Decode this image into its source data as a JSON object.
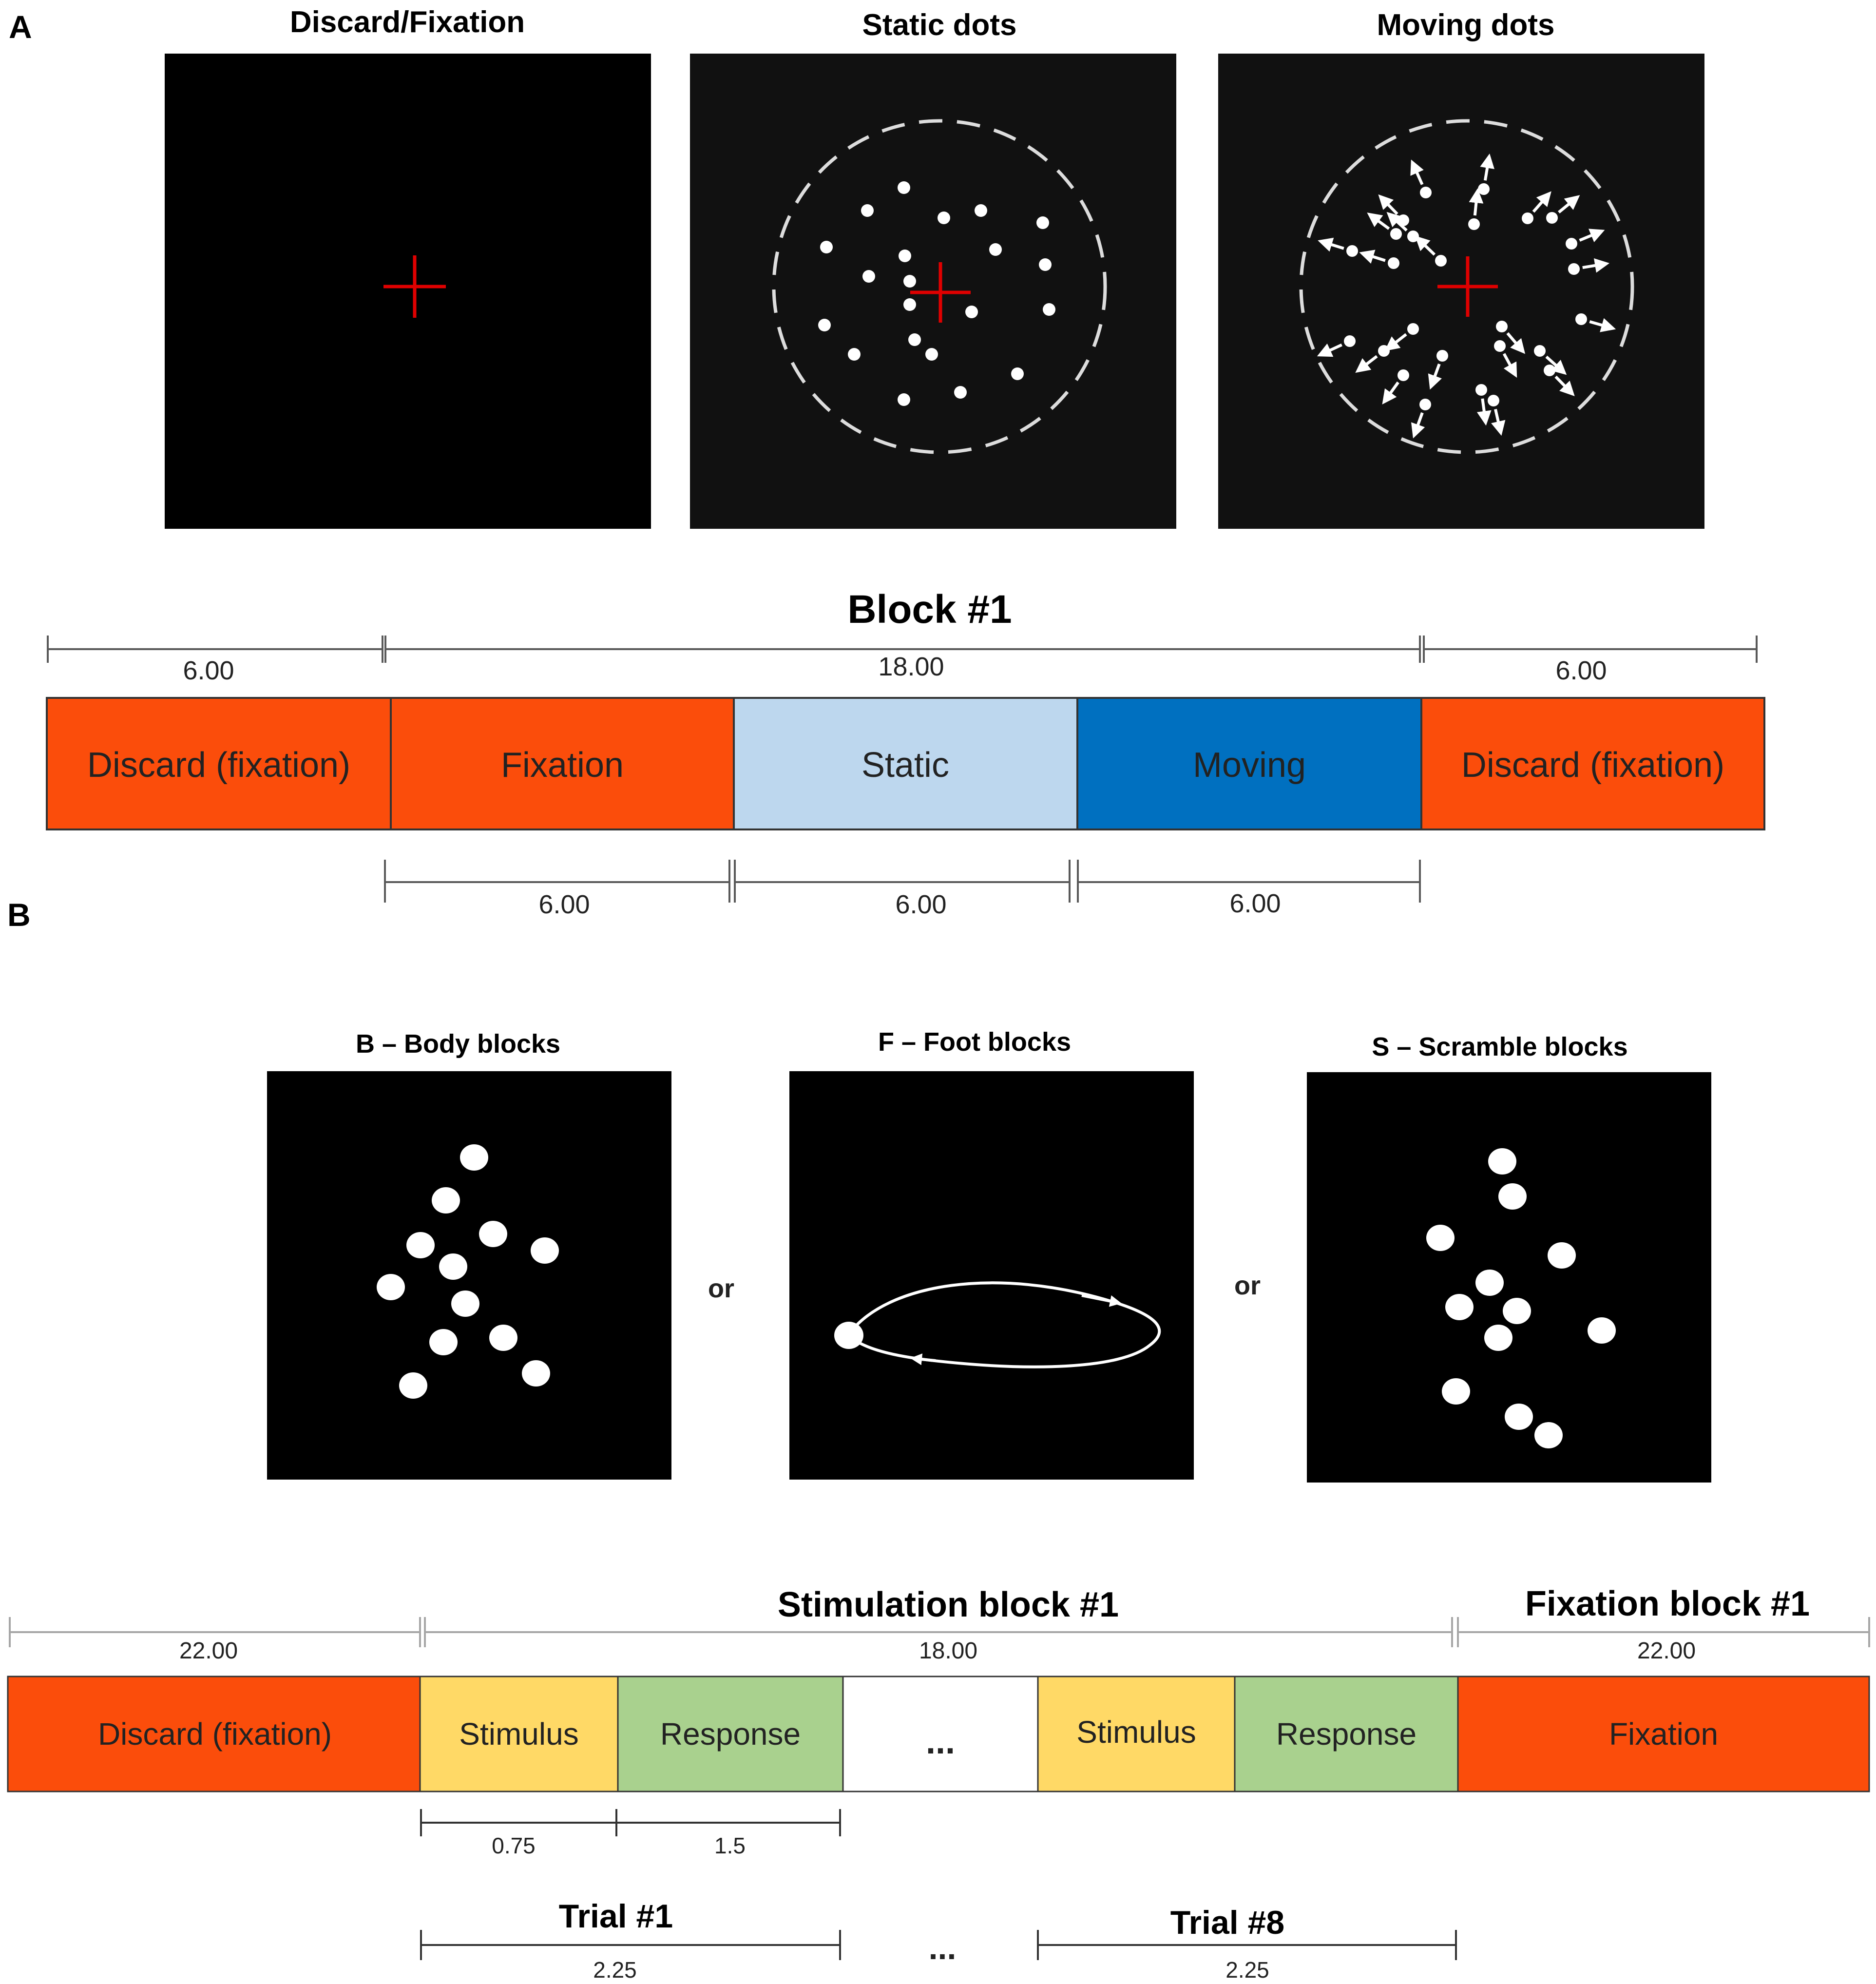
{
  "panel_a": {
    "label": "A",
    "screens": [
      {
        "title": "Discard/Fixation",
        "kind": "fixation"
      },
      {
        "title": "Static dots",
        "kind": "static"
      },
      {
        "title": "Moving dots",
        "kind": "moving"
      }
    ],
    "timeline": {
      "block_title": "Block #1",
      "top_durations": [
        "6.00",
        "18.00",
        "6.00"
      ],
      "segments": [
        {
          "label": "Discard (fixation)",
          "color": "#fb4d0b"
        },
        {
          "label": "Fixation",
          "color": "#fb4d0b"
        },
        {
          "label": "Static",
          "color": "#bdd7ee"
        },
        {
          "label": "Moving",
          "color": "#0070c0"
        },
        {
          "label": "Discard (fixation)",
          "color": "#fb4d0b"
        }
      ],
      "bottom_durations": [
        "6.00",
        "6.00",
        "6.00"
      ]
    }
  },
  "panel_b": {
    "label": "B",
    "screens": [
      {
        "title": "B – Body blocks",
        "kind": "body"
      },
      {
        "title": "F – Foot blocks",
        "kind": "foot"
      },
      {
        "title": "S – Scramble blocks",
        "kind": "scramble"
      }
    ],
    "or_label": "or",
    "timeline": {
      "stim_title": "Stimulation block #1",
      "fix_title": "Fixation block #1",
      "top_durations": [
        "22.00",
        "18.00",
        "22.00"
      ],
      "segments": [
        {
          "label": "Discard (fixation)",
          "color": "#fb4d0b"
        },
        {
          "label": "Stimulus",
          "color": "#ffd966"
        },
        {
          "label": "Response",
          "color": "#a9d18e"
        },
        {
          "label": "...",
          "color": "#ffffff"
        },
        {
          "label": "Stimulus",
          "color": "#ffd966"
        },
        {
          "label": "Response",
          "color": "#a9d18e"
        },
        {
          "label": "Fixation",
          "color": "#fb4d0b"
        }
      ],
      "sub_durations": [
        "0.75",
        "1.5"
      ],
      "trials": [
        {
          "title": "Trial #1",
          "duration": "2.25"
        },
        {
          "title": "Trial #8",
          "duration": "2.25"
        }
      ],
      "trial_ellipsis": "..."
    }
  },
  "colors": {
    "fixation_cross": "#e00000",
    "screen_bg": "#000000",
    "dot": "#ffffff",
    "bracket": "#595959"
  }
}
